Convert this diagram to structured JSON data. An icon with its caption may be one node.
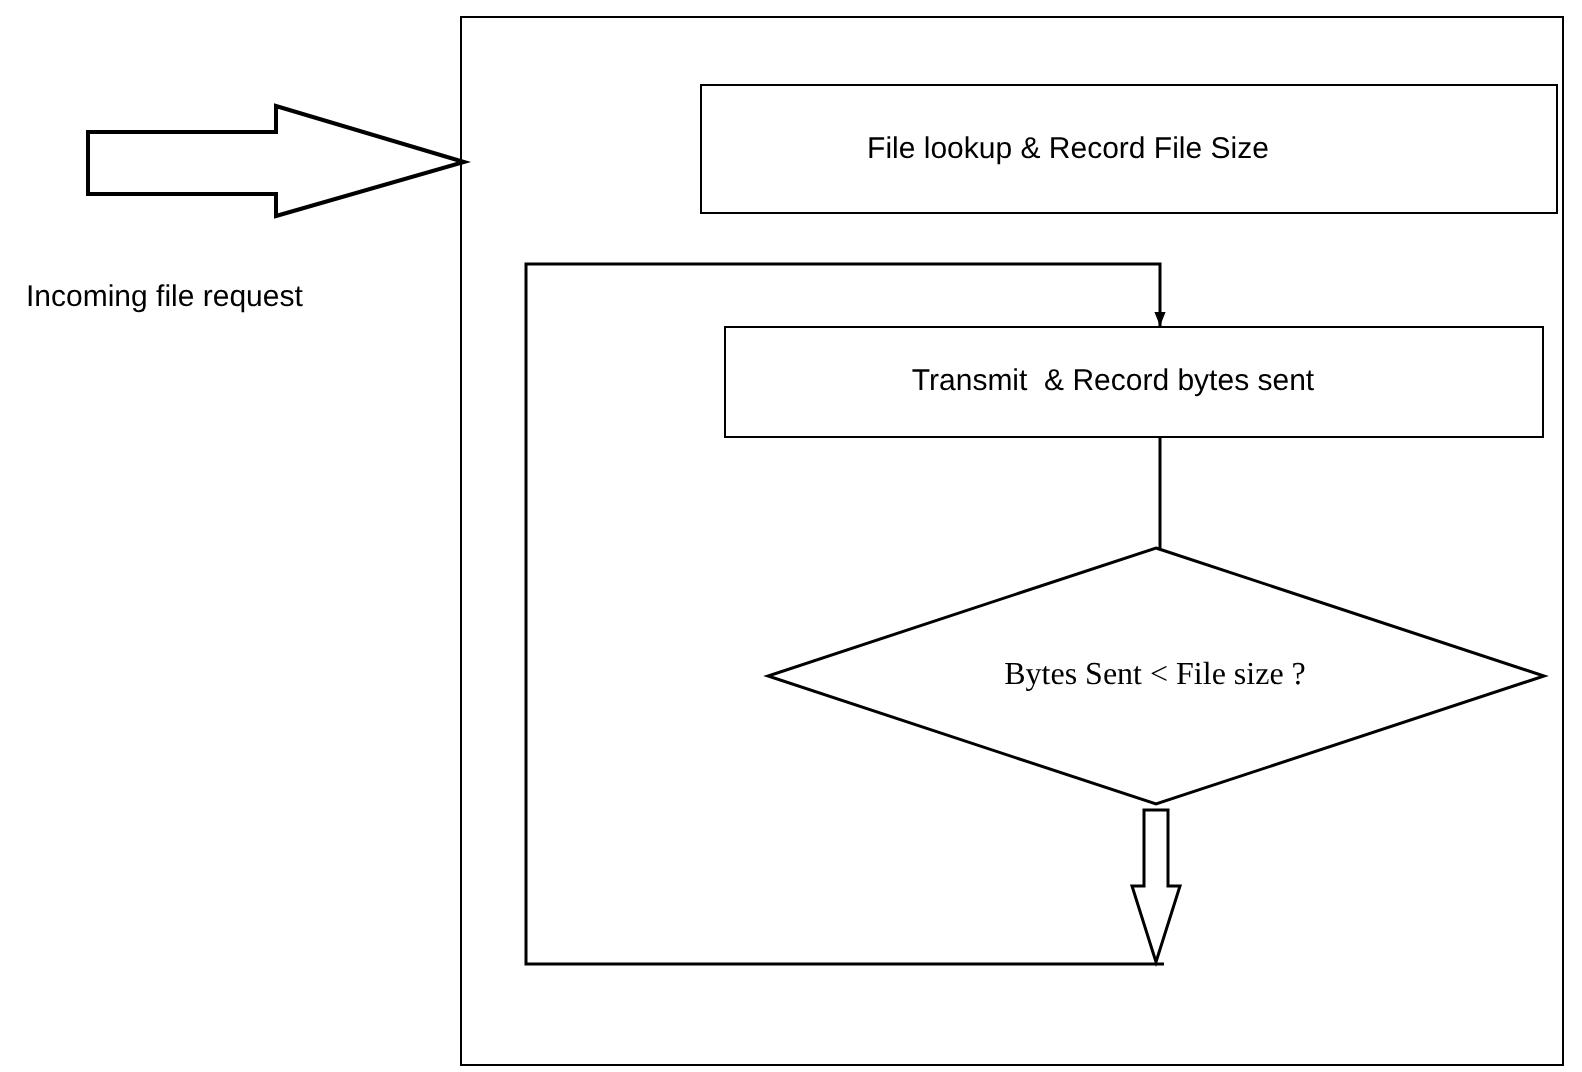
{
  "diagram": {
    "nodes": [
      {
        "text": [],
        "shape": "box"
      },
      {
        "text": [
          "File lookup & Record File Size"
        ],
        "in": 0
      },
      {
        "text": [
          "Transmit  & Record bytes sent"
        ],
        "in": 0
      },
      {
        "text": [
          "Bytes Sent < File size ?"
        ],
        "in": 0
      }
    ],
    "edges": [
      {
        "from": null,
        "to": 0,
        "arrow": "to",
        "label": "Incoming file request",
        "style": "thick"
      },
      {
        "from": 2,
        "to": 3,
        "arrow": "none"
      },
      {
        "from": 3,
        "to": null,
        "arrow": "to",
        "style": "thick"
      },
      {
        "from": null,
        "to": 2,
        "arrow": "to"
      }
    ]
  }
}
